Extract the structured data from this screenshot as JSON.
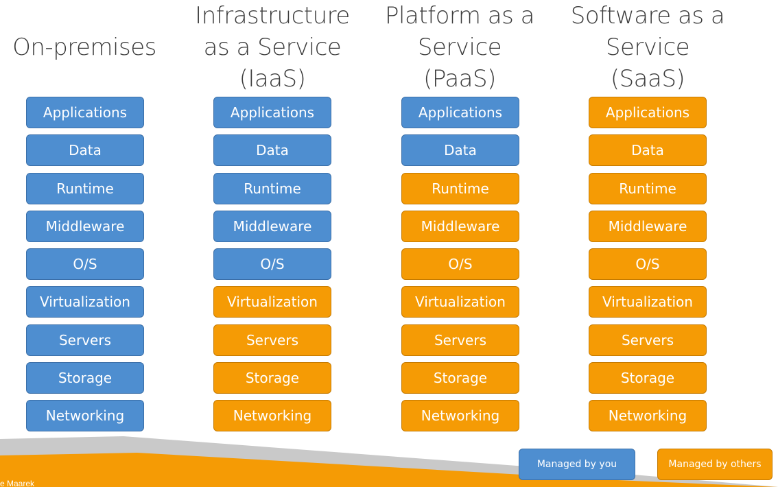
{
  "colors": {
    "managed_by_you": "#4e8ed0",
    "managed_by_others": "#f59b05",
    "title_text": "#3c3c3c"
  },
  "columns": [
    {
      "title_lines": [
        "On-premises"
      ],
      "layers": [
        {
          "label": "Applications",
          "managed": "you"
        },
        {
          "label": "Data",
          "managed": "you"
        },
        {
          "label": "Runtime",
          "managed": "you"
        },
        {
          "label": "Middleware",
          "managed": "you"
        },
        {
          "label": "O/S",
          "managed": "you"
        },
        {
          "label": "Virtualization",
          "managed": "you"
        },
        {
          "label": "Servers",
          "managed": "you"
        },
        {
          "label": "Storage",
          "managed": "you"
        },
        {
          "label": "Networking",
          "managed": "you"
        }
      ]
    },
    {
      "title_lines": [
        "Infrastructure",
        "as a Service",
        "(IaaS)"
      ],
      "layers": [
        {
          "label": "Applications",
          "managed": "you"
        },
        {
          "label": "Data",
          "managed": "you"
        },
        {
          "label": "Runtime",
          "managed": "you"
        },
        {
          "label": "Middleware",
          "managed": "you"
        },
        {
          "label": "O/S",
          "managed": "you"
        },
        {
          "label": "Virtualization",
          "managed": "others"
        },
        {
          "label": "Servers",
          "managed": "others"
        },
        {
          "label": "Storage",
          "managed": "others"
        },
        {
          "label": "Networking",
          "managed": "others"
        }
      ]
    },
    {
      "title_lines": [
        "Platform as a",
        "Service",
        "(PaaS)"
      ],
      "layers": [
        {
          "label": "Applications",
          "managed": "you"
        },
        {
          "label": "Data",
          "managed": "you"
        },
        {
          "label": "Runtime",
          "managed": "others"
        },
        {
          "label": "Middleware",
          "managed": "others"
        },
        {
          "label": "O/S",
          "managed": "others"
        },
        {
          "label": "Virtualization",
          "managed": "others"
        },
        {
          "label": "Servers",
          "managed": "others"
        },
        {
          "label": "Storage",
          "managed": "others"
        },
        {
          "label": "Networking",
          "managed": "others"
        }
      ]
    },
    {
      "title_lines": [
        "Software as a",
        "Service",
        "(SaaS)"
      ],
      "layers": [
        {
          "label": "Applications",
          "managed": "others"
        },
        {
          "label": "Data",
          "managed": "others"
        },
        {
          "label": "Runtime",
          "managed": "others"
        },
        {
          "label": "Middleware",
          "managed": "others"
        },
        {
          "label": "O/S",
          "managed": "others"
        },
        {
          "label": "Virtualization",
          "managed": "others"
        },
        {
          "label": "Servers",
          "managed": "others"
        },
        {
          "label": "Storage",
          "managed": "others"
        },
        {
          "label": "Networking",
          "managed": "others"
        }
      ]
    }
  ],
  "legend": {
    "you_label": "Managed by you",
    "others_label": "Managed by others"
  },
  "footer": {
    "author": "e Maarek"
  }
}
